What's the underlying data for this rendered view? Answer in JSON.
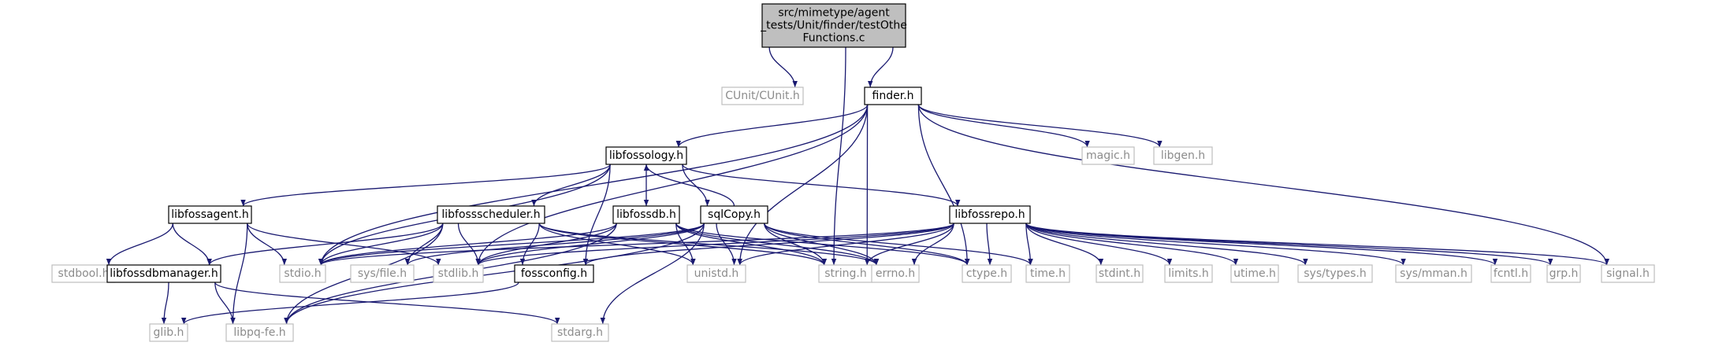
{
  "colors": {
    "edge": "#191970",
    "root_fill": "#bfbfbf",
    "root_stroke": "#000000",
    "documented_fill": "#ffffff",
    "documented_stroke": "#000000",
    "external_fill": "#ffffff",
    "external_stroke": "#bfbfbf",
    "external_text": "#8c8c8c",
    "text": "#000000"
  },
  "nodes": [
    {
      "id": "root",
      "kind": "root",
      "lines": [
        "src/mimetype/agent",
        "_tests/Unit/finder/testOthe",
        "Functions.c"
      ]
    },
    {
      "id": "cunit",
      "kind": "external",
      "lines": [
        "CUnit/CUnit.h"
      ]
    },
    {
      "id": "finder",
      "kind": "documented",
      "lines": [
        "finder.h"
      ]
    },
    {
      "id": "libfossology",
      "kind": "documented",
      "lines": [
        "libfossology.h"
      ]
    },
    {
      "id": "magic",
      "kind": "external",
      "lines": [
        "magic.h"
      ]
    },
    {
      "id": "libgen",
      "kind": "external",
      "lines": [
        "libgen.h"
      ]
    },
    {
      "id": "libfossagent",
      "kind": "documented",
      "lines": [
        "libfossagent.h"
      ]
    },
    {
      "id": "libfossscheduler",
      "kind": "documented",
      "lines": [
        "libfossscheduler.h"
      ]
    },
    {
      "id": "libfossdb",
      "kind": "documented",
      "lines": [
        "libfossdb.h"
      ]
    },
    {
      "id": "sqlcopy",
      "kind": "documented",
      "lines": [
        "sqlCopy.h"
      ]
    },
    {
      "id": "libfossrepo",
      "kind": "documented",
      "lines": [
        "libfossrepo.h"
      ]
    },
    {
      "id": "stdbool",
      "kind": "external",
      "lines": [
        "stdbool.h"
      ]
    },
    {
      "id": "libfossdbmanager",
      "kind": "documented",
      "lines": [
        "libfossdbmanager.h"
      ]
    },
    {
      "id": "stdio",
      "kind": "external",
      "lines": [
        "stdio.h"
      ]
    },
    {
      "id": "sysfile",
      "kind": "external",
      "lines": [
        "sys/file.h"
      ]
    },
    {
      "id": "stdlib",
      "kind": "external",
      "lines": [
        "stdlib.h"
      ]
    },
    {
      "id": "fossconfig",
      "kind": "documented",
      "lines": [
        "fossconfig.h"
      ]
    },
    {
      "id": "unistd",
      "kind": "external",
      "lines": [
        "unistd.h"
      ]
    },
    {
      "id": "string",
      "kind": "external",
      "lines": [
        "string.h"
      ]
    },
    {
      "id": "errno",
      "kind": "external",
      "lines": [
        "errno.h"
      ]
    },
    {
      "id": "ctype",
      "kind": "external",
      "lines": [
        "ctype.h"
      ]
    },
    {
      "id": "time",
      "kind": "external",
      "lines": [
        "time.h"
      ]
    },
    {
      "id": "stdint",
      "kind": "external",
      "lines": [
        "stdint.h"
      ]
    },
    {
      "id": "limits",
      "kind": "external",
      "lines": [
        "limits.h"
      ]
    },
    {
      "id": "utime",
      "kind": "external",
      "lines": [
        "utime.h"
      ]
    },
    {
      "id": "systypes",
      "kind": "external",
      "lines": [
        "sys/types.h"
      ]
    },
    {
      "id": "sysmman",
      "kind": "external",
      "lines": [
        "sys/mman.h"
      ]
    },
    {
      "id": "fcntl",
      "kind": "external",
      "lines": [
        "fcntl.h"
      ]
    },
    {
      "id": "grp",
      "kind": "external",
      "lines": [
        "grp.h"
      ]
    },
    {
      "id": "signal",
      "kind": "external",
      "lines": [
        "signal.h"
      ]
    },
    {
      "id": "glib",
      "kind": "external",
      "lines": [
        "glib.h"
      ]
    },
    {
      "id": "libpq",
      "kind": "external",
      "lines": [
        "libpq-fe.h"
      ]
    },
    {
      "id": "stdarg",
      "kind": "external",
      "lines": [
        "stdarg.h"
      ]
    }
  ],
  "edges": [
    [
      "root",
      "cunit"
    ],
    [
      "root",
      "finder"
    ],
    [
      "root",
      "string"
    ],
    [
      "finder",
      "libfossology"
    ],
    [
      "finder",
      "magic"
    ],
    [
      "finder",
      "libgen"
    ],
    [
      "finder",
      "stdio"
    ],
    [
      "finder",
      "stdlib"
    ],
    [
      "finder",
      "unistd"
    ],
    [
      "finder",
      "string"
    ],
    [
      "finder",
      "ctype"
    ],
    [
      "finder",
      "signal"
    ],
    [
      "libfossology",
      "libfossagent"
    ],
    [
      "libfossology",
      "libfossscheduler"
    ],
    [
      "libfossology",
      "libfossdb"
    ],
    [
      "libfossology",
      "sqlcopy"
    ],
    [
      "libfossology",
      "libfossrepo"
    ],
    [
      "libfossology",
      "fossconfig"
    ],
    [
      "libfossology",
      "stdio"
    ],
    [
      "libfossagent",
      "stdbool"
    ],
    [
      "libfossagent",
      "libfossdbmanager"
    ],
    [
      "libfossagent",
      "stdio"
    ],
    [
      "libfossagent",
      "stdlib"
    ],
    [
      "libfossagent",
      "libpq"
    ],
    [
      "libfossscheduler",
      "libfossdbmanager"
    ],
    [
      "libfossscheduler",
      "stdio"
    ],
    [
      "libfossscheduler",
      "sysfile"
    ],
    [
      "libfossscheduler",
      "stdlib"
    ],
    [
      "libfossscheduler",
      "fossconfig"
    ],
    [
      "libfossscheduler",
      "unistd"
    ],
    [
      "libfossscheduler",
      "string"
    ],
    [
      "libfossscheduler",
      "errno"
    ],
    [
      "libfossscheduler",
      "libpq"
    ],
    [
      "libfossdb",
      "libpq"
    ],
    [
      "libfossdb",
      "stdio"
    ],
    [
      "libfossdb",
      "stdlib"
    ],
    [
      "libfossdb",
      "unistd"
    ],
    [
      "libfossdb",
      "string"
    ],
    [
      "libfossdb",
      "errno"
    ],
    [
      "libfossdb",
      "ctype"
    ],
    [
      "sqlcopy",
      "libfossology"
    ],
    [
      "sqlcopy",
      "stdio"
    ],
    [
      "sqlcopy",
      "stdlib"
    ],
    [
      "sqlcopy",
      "unistd"
    ],
    [
      "sqlcopy",
      "string"
    ],
    [
      "sqlcopy",
      "errno"
    ],
    [
      "sqlcopy",
      "ctype"
    ],
    [
      "sqlcopy",
      "time"
    ],
    [
      "sqlcopy",
      "stdarg"
    ],
    [
      "sqlcopy",
      "libpq"
    ],
    [
      "sqlcopy",
      "sysfile"
    ],
    [
      "libfossrepo",
      "stdio"
    ],
    [
      "libfossrepo",
      "stdlib"
    ],
    [
      "libfossrepo",
      "unistd"
    ],
    [
      "libfossrepo",
      "string"
    ],
    [
      "libfossrepo",
      "errno"
    ],
    [
      "libfossrepo",
      "ctype"
    ],
    [
      "libfossrepo",
      "time"
    ],
    [
      "libfossrepo",
      "stdint"
    ],
    [
      "libfossrepo",
      "limits"
    ],
    [
      "libfossrepo",
      "utime"
    ],
    [
      "libfossrepo",
      "systypes"
    ],
    [
      "libfossrepo",
      "sysmman"
    ],
    [
      "libfossrepo",
      "fcntl"
    ],
    [
      "libfossrepo",
      "grp"
    ],
    [
      "libfossrepo",
      "signal"
    ],
    [
      "libfossrepo",
      "fossconfig"
    ],
    [
      "libfossdbmanager",
      "glib"
    ],
    [
      "libfossdbmanager",
      "libpq"
    ],
    [
      "libfossdbmanager",
      "stdarg"
    ],
    [
      "fossconfig",
      "glib"
    ]
  ]
}
